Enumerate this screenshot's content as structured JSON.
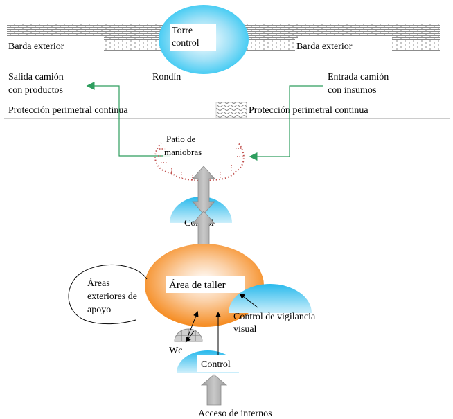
{
  "labels": {
    "torre": [
      "Torre",
      "control"
    ],
    "barda_left": "Barda exterior",
    "barda_right": "Barda exterior",
    "rondin": "Rondín",
    "salida": [
      "Salida camión",
      "con productos"
    ],
    "entrada": [
      "Entrada camión",
      "con insumos"
    ],
    "proteccion_left": "Protección perimetral continua",
    "proteccion_right": "Protección perimetral continua",
    "patio": [
      "Patio de",
      "maniobras"
    ],
    "control_top": "Control",
    "areas_ext": [
      "Áreas",
      "exteriores de",
      "apoyo"
    ],
    "taller": "Área de taller",
    "vigilancia": [
      "Control de vigilancia",
      "visual"
    ],
    "wc": "Wc",
    "control_bottom": "Control",
    "acceso": "Acceso de internos"
  },
  "colors": {
    "tower_fill": "#33c7f2",
    "workshop_orange": "#f58a1e",
    "arrow_green": "#2e9e5e",
    "gray_arrow": "#a6a6a6",
    "patio_dots": "#c0504d",
    "cyan_half": "#28b9ec"
  }
}
